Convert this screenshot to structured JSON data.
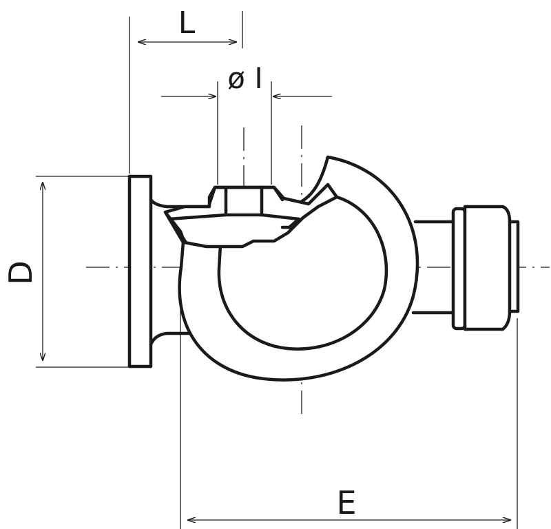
{
  "dimensions": {
    "length": "L",
    "bore": "ø I",
    "diameter": "D",
    "overall": "E"
  }
}
